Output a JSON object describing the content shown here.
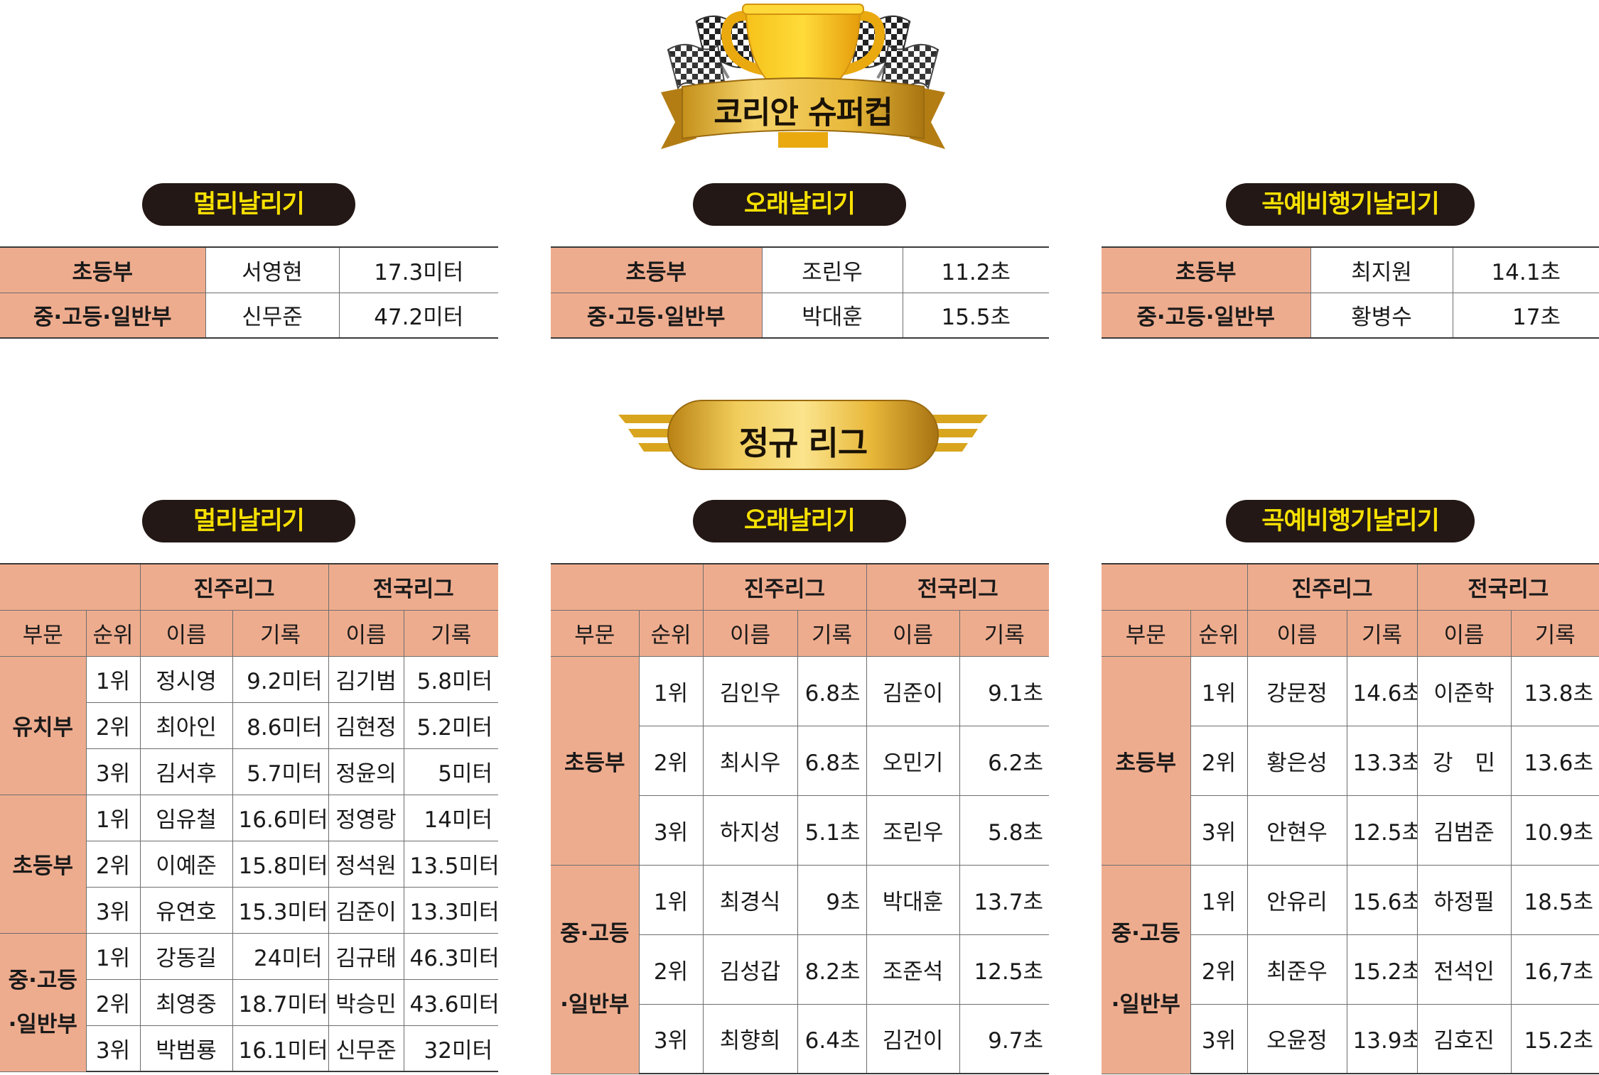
{
  "super_cup": {
    "title": "코리안 슈퍼컵",
    "sections": [
      {
        "category": "멀리날리기",
        "rows": [
          {
            "division": "초등부",
            "name": "서영현",
            "record": "17.3미터"
          },
          {
            "division": "중·고등·일반부",
            "name": "신무준",
            "record": "47.2미터"
          }
        ]
      },
      {
        "category": "오래날리기",
        "rows": [
          {
            "division": "초등부",
            "name": "조린우",
            "record": "11.2초"
          },
          {
            "division": "중·고등·일반부",
            "name": "박대훈",
            "record": "15.5초"
          }
        ]
      },
      {
        "category": "곡예비행기날리기",
        "rows": [
          {
            "division": "초등부",
            "name": "최지원",
            "record": "14.1초"
          },
          {
            "division": "중·고등·일반부",
            "name": "황병수",
            "record": "17초"
          }
        ]
      }
    ]
  },
  "regular_league": {
    "title": "정규 리그",
    "headers": {
      "league_a": "진주리그",
      "league_b": "전국리그",
      "division": "부문",
      "rank": "순위",
      "name": "이름",
      "record": "기록"
    },
    "tables": [
      {
        "category": "멀리날리기",
        "groups": [
          {
            "division": "유치부",
            "rows": [
              {
                "rank": "1위",
                "a_name": "정시영",
                "a_record": "9.2미터",
                "b_name": "김기범",
                "b_record": "5.8미터"
              },
              {
                "rank": "2위",
                "a_name": "최아인",
                "a_record": "8.6미터",
                "b_name": "김현정",
                "b_record": "5.2미터"
              },
              {
                "rank": "3위",
                "a_name": "김서후",
                "a_record": "5.7미터",
                "b_name": "정윤의",
                "b_record": "5미터"
              }
            ]
          },
          {
            "division": "초등부",
            "rows": [
              {
                "rank": "1위",
                "a_name": "임유철",
                "a_record": "16.6미터",
                "b_name": "정영랑",
                "b_record": "14미터"
              },
              {
                "rank": "2위",
                "a_name": "이예준",
                "a_record": "15.8미터",
                "b_name": "정석원",
                "b_record": "13.5미터"
              },
              {
                "rank": "3위",
                "a_name": "유연호",
                "a_record": "15.3미터",
                "b_name": "김준이",
                "b_record": "13.3미터"
              }
            ]
          },
          {
            "division": "중·고등 ·일반부",
            "division_lines": [
              "중·고등",
              "·일반부"
            ],
            "rows": [
              {
                "rank": "1위",
                "a_name": "강동길",
                "a_record": "24미터",
                "b_name": "김규태",
                "b_record": "46.3미터"
              },
              {
                "rank": "2위",
                "a_name": "최영중",
                "a_record": "18.7미터",
                "b_name": "박승민",
                "b_record": "43.6미터"
              },
              {
                "rank": "3위",
                "a_name": "박범룡",
                "a_record": "16.1미터",
                "b_name": "신무준",
                "b_record": "32미터"
              }
            ]
          }
        ]
      },
      {
        "category": "오래날리기",
        "groups": [
          {
            "division": "초등부",
            "rows": [
              {
                "rank": "1위",
                "a_name": "김인우",
                "a_record": "6.8초",
                "b_name": "김준이",
                "b_record": "9.1초"
              },
              {
                "rank": "2위",
                "a_name": "최시우",
                "a_record": "6.8초",
                "b_name": "오민기",
                "b_record": "6.2초"
              },
              {
                "rank": "3위",
                "a_name": "하지성",
                "a_record": "5.1초",
                "b_name": "조린우",
                "b_record": "5.8초"
              }
            ]
          },
          {
            "division": "중·고등 ·일반부",
            "division_lines": [
              "중·고등",
              "·일반부"
            ],
            "rows": [
              {
                "rank": "1위",
                "a_name": "최경식",
                "a_record": "9초",
                "b_name": "박대훈",
                "b_record": "13.7초"
              },
              {
                "rank": "2위",
                "a_name": "김성갑",
                "a_record": "8.2초",
                "b_name": "조준석",
                "b_record": "12.5초"
              },
              {
                "rank": "3위",
                "a_name": "최향희",
                "a_record": "6.4초",
                "b_name": "김건이",
                "b_record": "9.7초"
              }
            ]
          }
        ]
      },
      {
        "category": "곡예비행기날리기",
        "groups": [
          {
            "division": "초등부",
            "rows": [
              {
                "rank": "1위",
                "a_name": "강문정",
                "a_record": "14.6초",
                "b_name": "이준학",
                "b_record": "13.8초"
              },
              {
                "rank": "2위",
                "a_name": "황은성",
                "a_record": "13.3초",
                "b_name": "강　민",
                "b_record": "13.6초"
              },
              {
                "rank": "3위",
                "a_name": "안현우",
                "a_record": "12.5초",
                "b_name": "김범준",
                "b_record": "10.9초"
              }
            ]
          },
          {
            "division": "중·고등 ·일반부",
            "division_lines": [
              "중·고등",
              "·일반부"
            ],
            "rows": [
              {
                "rank": "1위",
                "a_name": "안유리",
                "a_record": "15.6초",
                "b_name": "하정필",
                "b_record": "18.5초"
              },
              {
                "rank": "2위",
                "a_name": "최준우",
                "a_record": "15.2초",
                "b_name": "전석인",
                "b_record": "16,7초"
              },
              {
                "rank": "3위",
                "a_name": "오윤정",
                "a_record": "13.9초",
                "b_name": "김호진",
                "b_record": "15.2초"
              }
            ]
          }
        ]
      }
    ]
  },
  "colors": {
    "header_fill": "#eeac8e",
    "pill_fill": "#231815",
    "pill_text": "#f7e100",
    "gold": "#d4a21f"
  }
}
